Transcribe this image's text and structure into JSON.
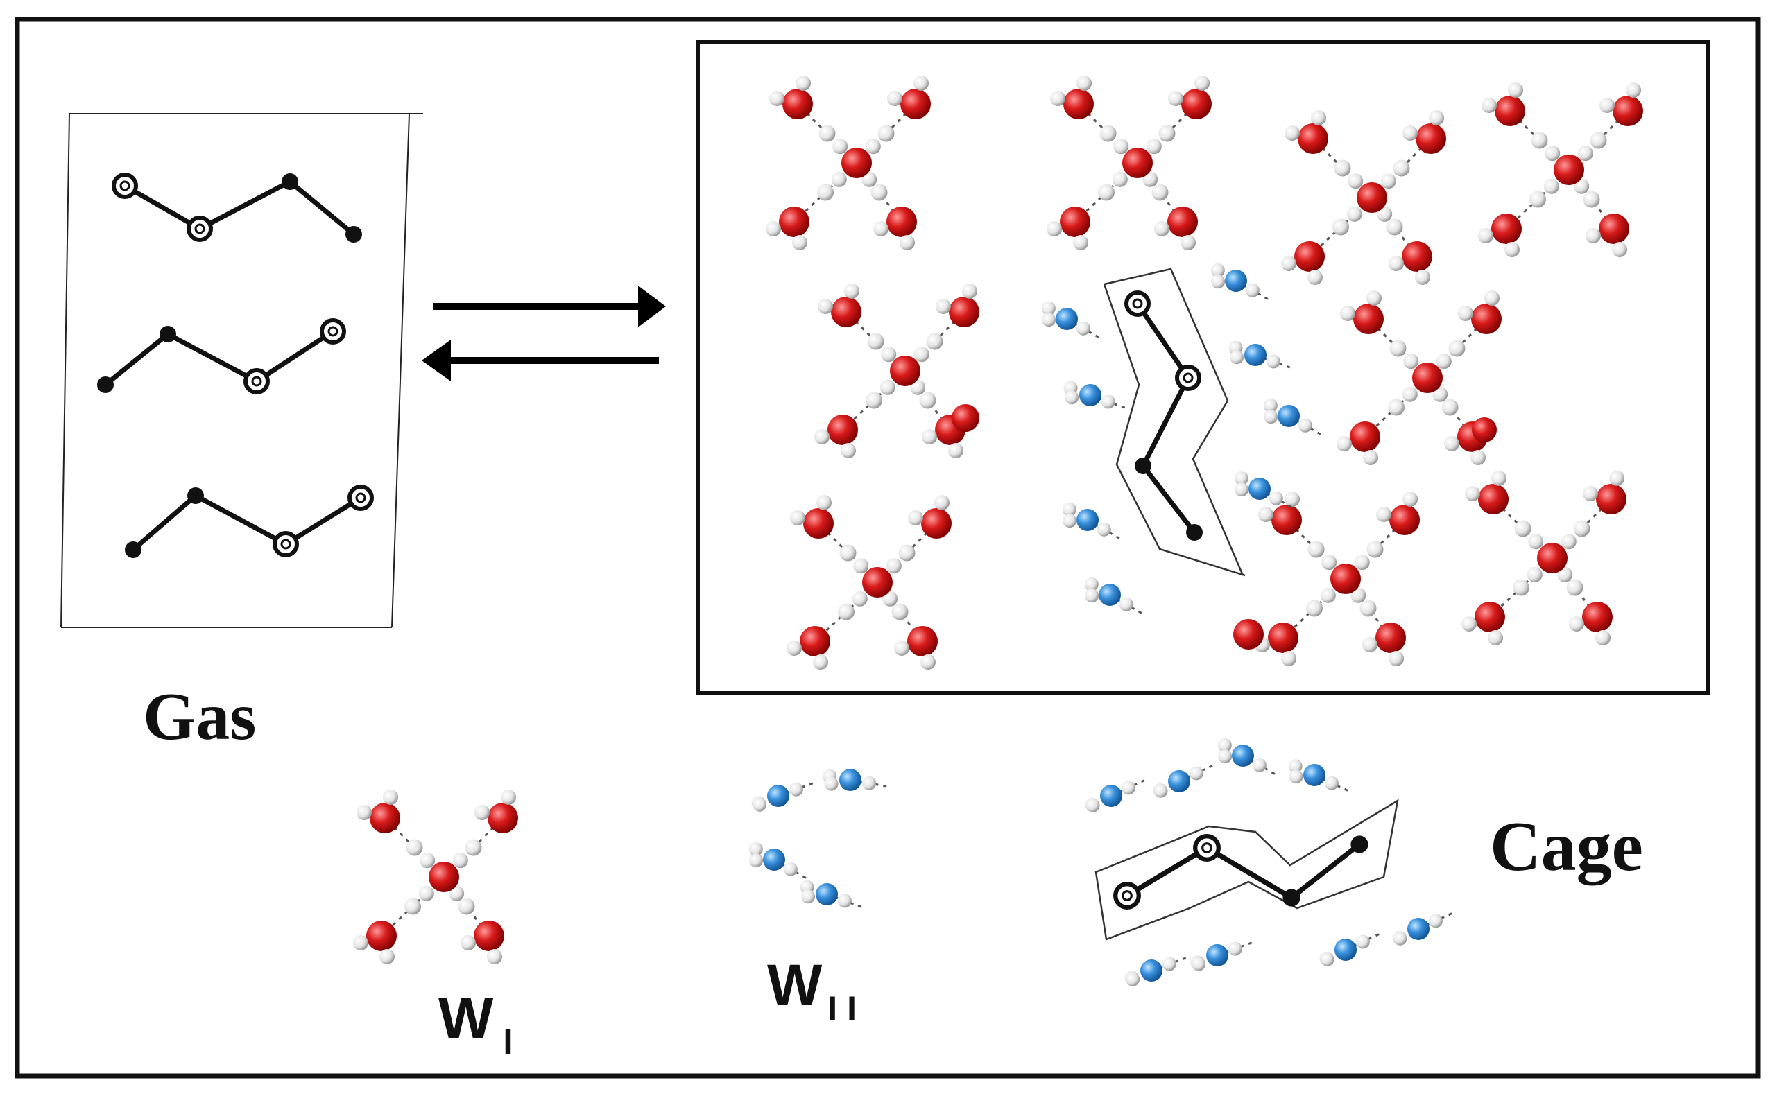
{
  "labels": {
    "gas": "Gas",
    "cage": "Cage",
    "w1_main": "W",
    "w1_sub": "I",
    "w2_main": "W",
    "w2_sub": "I I"
  },
  "colors": {
    "oxygen_type1": "#cc1010",
    "oxygen_type2": "#2f86d8",
    "hydrogen": "#e6e6e6",
    "chain": "#111111",
    "frame": "#111111"
  },
  "icons": {
    "equilibrium": "double-arrow-icon",
    "w1_cluster": "water-cluster-icon",
    "w2_chain": "water-chain-icon",
    "guest_molecule": "zigzag-molecule-icon"
  }
}
